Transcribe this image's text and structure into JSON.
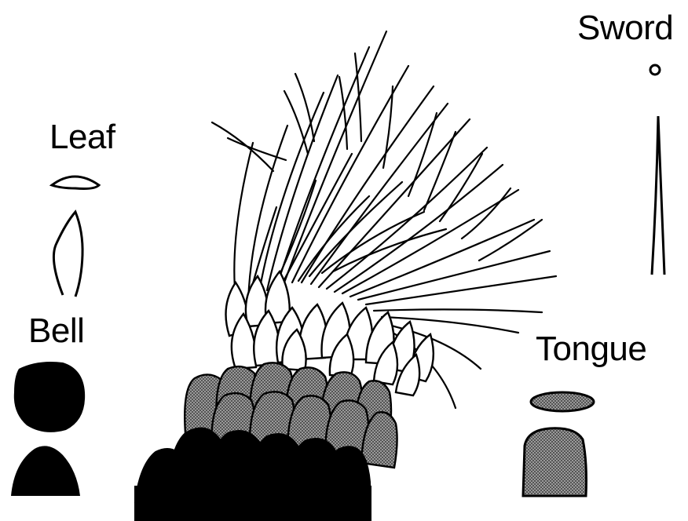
{
  "labels": {
    "leaf": "Leaf",
    "bell": "Bell",
    "sword": "Sword",
    "tongue": "Tongue"
  },
  "colors": {
    "ink": "#000000",
    "paper": "#ffffff",
    "stipple": "#7a7a7a"
  }
}
